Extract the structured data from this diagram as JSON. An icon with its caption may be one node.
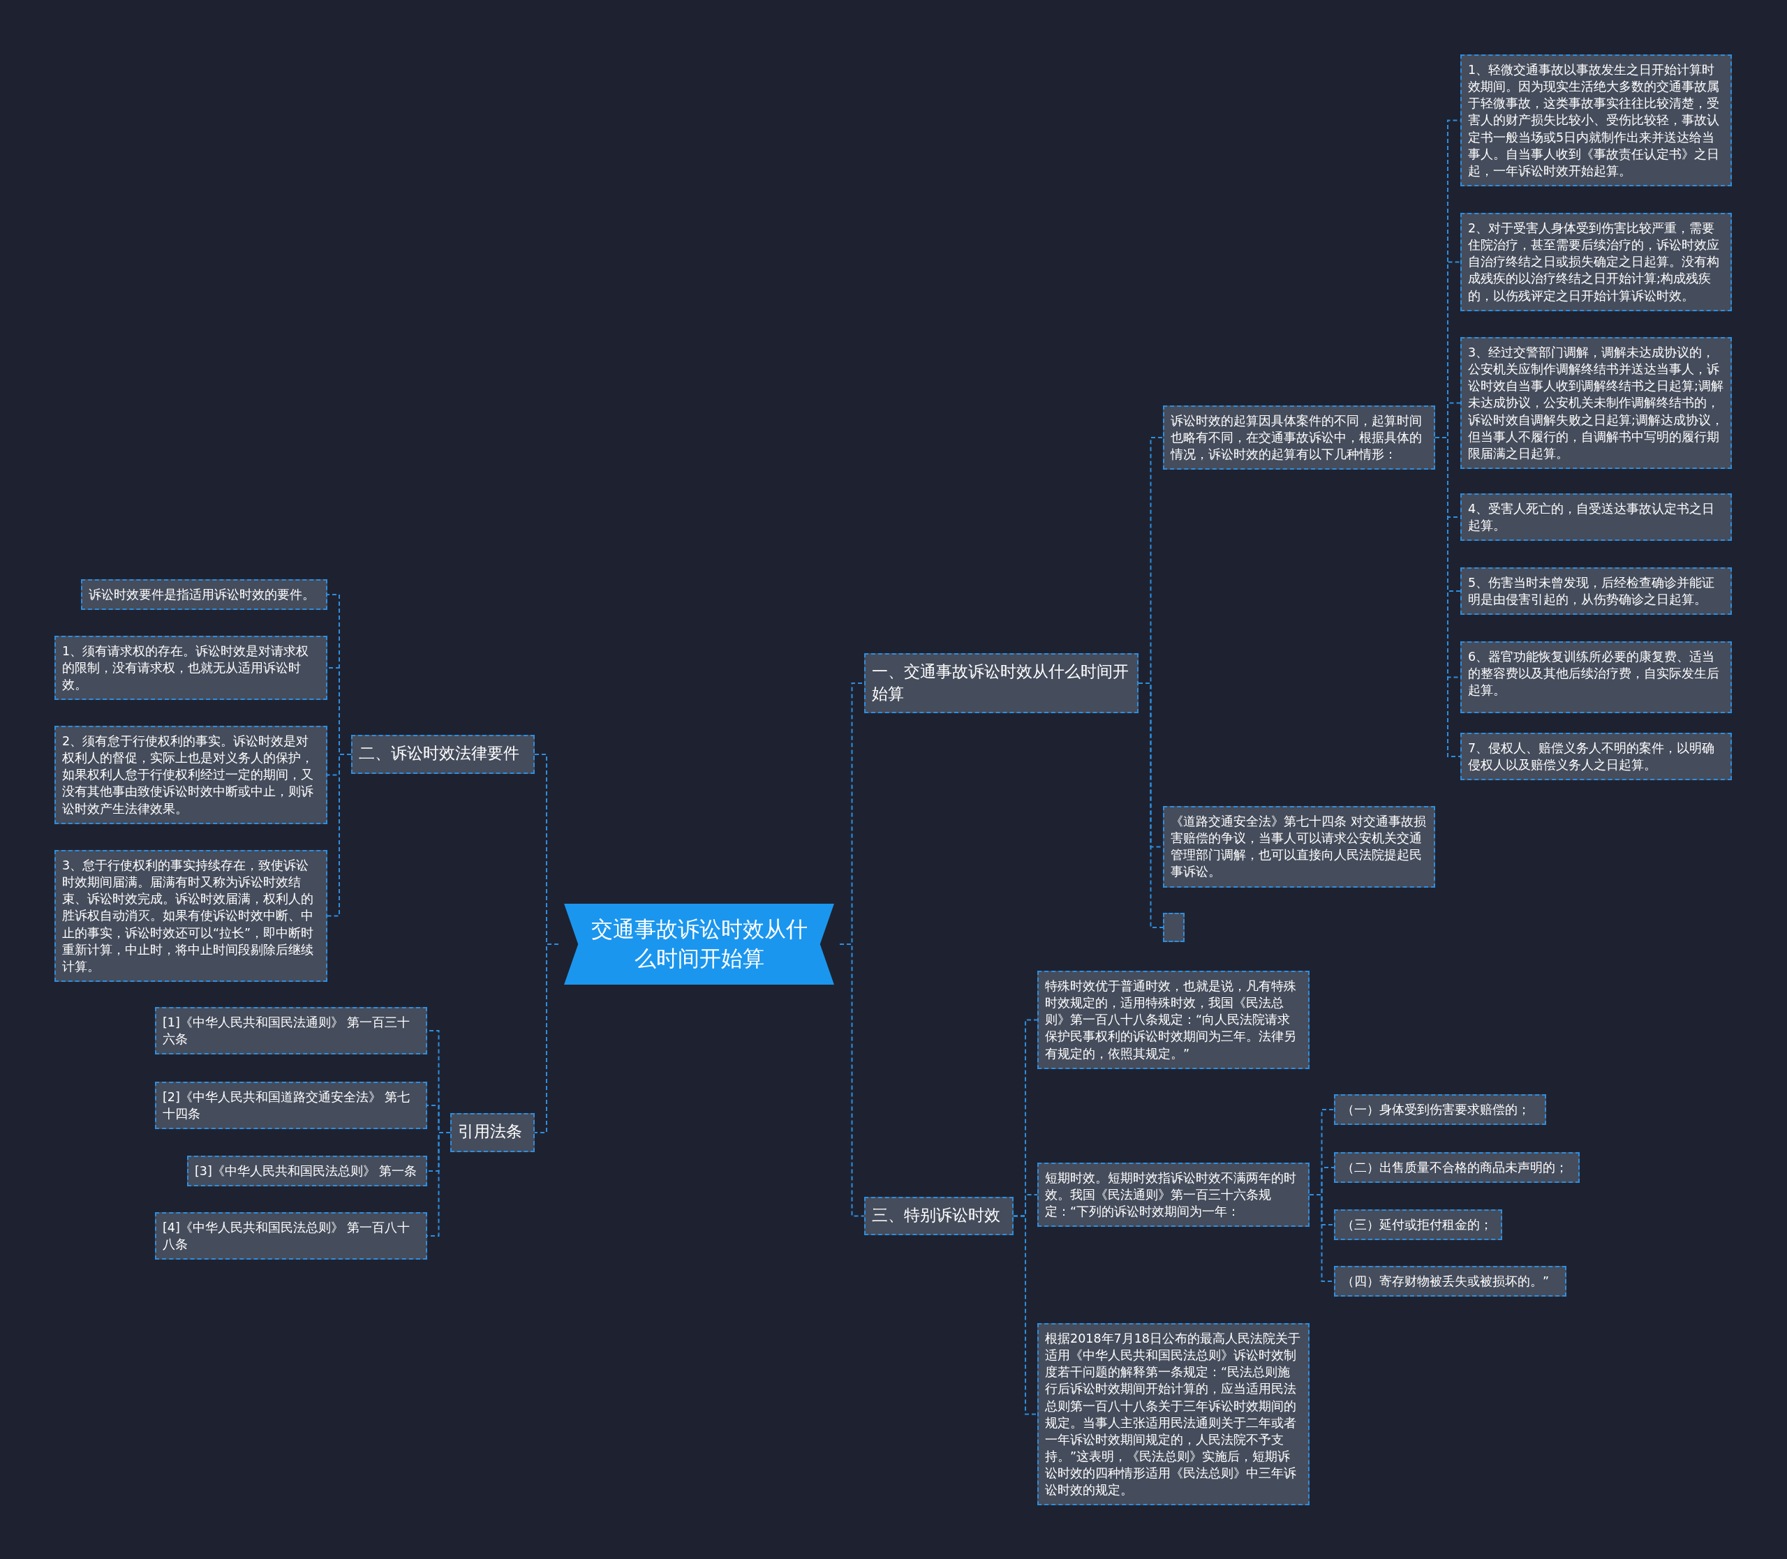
{
  "diagram": {
    "nodes": [
      {
        "text": [
          "交通事故诉讼时效从什么时间开始算"
        ]
      },
      {
        "text": [
          "一、交通事故诉讼时效从什么时间开始算"
        ]
      },
      {
        "text": [
          "诉讼时效的起算因具体案件的不同，起算时间也略有不同，在交通事故诉讼中，根据具体的情况，诉讼时效的起算有以下几种情形："
        ]
      },
      {
        "text": [
          "1、轻微交通事故以事故发生之日开始计算时效期间。因为现实生活绝大多数的交通事故属于轻微事故，这类事故事实往往比较清楚，受害人的财产损失比较小、受伤比较轻，事故认定书一般当场或5日内就制作出来并送达给当事人。自当事人收到《事故责任认定书》之日起，一年诉讼时效开始起算。"
        ]
      },
      {
        "text": [
          "2、对于受害人身体受到伤害比较严重，需要住院治疗，甚至需要后续治疗的，诉讼时效应自治疗终结之日或损失确定之日起算。没有构成残疾的以治疗终结之日开始计算;构成残疾的，以伤残评定之日开始计算诉讼时效。"
        ]
      },
      {
        "text": [
          "3、经过交警部门调解，调解未达成协议的，公安机关应制作调解终结书并送达当事人，诉讼时效自当事人收到调解终结书之日起算;调解未达成协议，公安机关未制作调解终结书的，诉讼时效自调解失败之日起算;调解达成协议，但当事人不履行的，自调解书中写明的履行期限届满之日起算。"
        ]
      },
      {
        "text": [
          "4、受害人死亡的，自受送达事故认定书之日起算。"
        ]
      },
      {
        "text": [
          "5、伤害当时未曾发现，后经检查确诊并能证明是由侵害引起的，从伤势确诊之日起算。"
        ]
      },
      {
        "text": [
          "6、器官功能恢复训练所必要的康复费、适当的整容费以及其他后续治疗费，自实际发生后起算。"
        ]
      },
      {
        "text": [
          "7、侵权人、赔偿义务人不明的案件，以明确侵权人以及赔偿义务人之日起算。"
        ]
      },
      {
        "text": [
          "《道路交通安全法》第七十四条 对交通事故损害赔偿的争议，当事人可以请求公安机关交通管理部门调解，也可以直接向人民法院提起民事诉讼。"
        ]
      },
      {
        "text": [],
        "shape": "box"
      },
      {
        "text": [
          "三、特别诉讼时效"
        ]
      },
      {
        "text": [
          "特殊时效优于普通时效，也就是说，凡有特殊时效规定的，适用特殊时效，我国《民法总则》第一百八十八条规定：“向人民法院请求保护民事权利的诉讼时效期间为三年。法律另有规定的，依照其规定。”"
        ]
      },
      {
        "text": [
          "短期时效。短期时效指诉讼时效不满两年的时效。我国《民法通则》第一百三十六条规定：“下列的诉讼时效期间为一年："
        ]
      },
      {
        "text": [
          "（一）身体受到伤害要求赔偿的；"
        ]
      },
      {
        "text": [
          "（二）出售质量不合格的商品未声明的；"
        ]
      },
      {
        "text": [
          "（三）延付或拒付租金的；"
        ]
      },
      {
        "text": [
          "（四）寄存财物被丢失或被损坏的。”"
        ]
      },
      {
        "text": [
          "根据2018年7月18日公布的最高人民法院关于适用《中华人民共和国民法总则》诉讼时效制度若干问题的解释第一条规定：“民法总则施行后诉讼时效期间开始计算的，应当适用民法总则第一百八十八条关于三年诉讼时效期间的规定。当事人主张适用民法通则关于二年或者一年诉讼时效期间规定的，人民法院不予支持。”这表明，《民法总则》实施后，短期诉讼时效的四种情形适用《民法总则》中三年诉讼时效的规定。"
        ]
      },
      {
        "text": [
          "二、诉讼时效法律要件"
        ]
      },
      {
        "text": [
          "诉讼时效要件是指适用诉讼时效的要件。"
        ]
      },
      {
        "text": [
          "1、须有请求权的存在。诉讼时效是对请求权的限制，没有请求权，也就无从适用诉讼时效。"
        ]
      },
      {
        "text": [
          "2、须有怠于行使权利的事实。诉讼时效是对权利人的督促，实际上也是对义务人的保护，如果权利人怠于行使权利经过一定的期间，又没有其他事由致使诉讼时效中断或中止，则诉讼时效产生法律效果。"
        ]
      },
      {
        "text": [
          "3、怠于行使权利的事实持续存在，致使诉讼时效期间届满。届满有时又称为诉讼时效结束、诉讼时效完成。诉讼时效届满，权利人的胜诉权自动消灭。如果有使诉讼时效中断、中止的事实，诉讼时效还可以“拉长”，即中断时重新计算，中止时，将中止时间段剔除后继续计算。"
        ]
      },
      {
        "text": [
          "引用法条"
        ]
      },
      {
        "text": [
          "[1]《中华人民共和国民法通则》 第一百三十六条"
        ]
      },
      {
        "text": [
          "[2]《中华人民共和国道路交通安全法》 第七十四条"
        ]
      },
      {
        "text": [
          "[3]《中华人民共和国民法总则》 第一条"
        ]
      },
      {
        "text": [
          "[4]《中华人民共和国民法总则》 第一百八十八条"
        ]
      }
    ],
    "edges": [
      {
        "from": 0,
        "to": 1,
        "arrow": "none"
      },
      {
        "from": 1,
        "to": 2,
        "arrow": "none"
      },
      {
        "from": 2,
        "to": 3,
        "arrow": "none"
      },
      {
        "from": 2,
        "to": 4,
        "arrow": "none"
      },
      {
        "from": 2,
        "to": 5,
        "arrow": "none"
      },
      {
        "from": 2,
        "to": 6,
        "arrow": "none"
      },
      {
        "from": 2,
        "to": 7,
        "arrow": "none"
      },
      {
        "from": 2,
        "to": 8,
        "arrow": "none"
      },
      {
        "from": 2,
        "to": 9,
        "arrow": "none"
      },
      {
        "from": 1,
        "to": 10,
        "arrow": "none"
      },
      {
        "from": 1,
        "to": 11,
        "arrow": "none"
      },
      {
        "from": 0,
        "to": 12,
        "arrow": "none"
      },
      {
        "from": 12,
        "to": 13,
        "arrow": "none"
      },
      {
        "from": 12,
        "to": 14,
        "arrow": "none"
      },
      {
        "from": 14,
        "to": 15,
        "arrow": "none"
      },
      {
        "from": 14,
        "to": 16,
        "arrow": "none"
      },
      {
        "from": 14,
        "to": 17,
        "arrow": "none"
      },
      {
        "from": 14,
        "to": 18,
        "arrow": "none"
      },
      {
        "from": 12,
        "to": 19,
        "arrow": "none"
      },
      {
        "from": 0,
        "to": 20,
        "arrow": "none"
      },
      {
        "from": 20,
        "to": 21,
        "arrow": "none"
      },
      {
        "from": 20,
        "to": 22,
        "arrow": "none"
      },
      {
        "from": 20,
        "to": 23,
        "arrow": "none"
      },
      {
        "from": 20,
        "to": 24,
        "arrow": "none"
      },
      {
        "from": 0,
        "to": 25,
        "arrow": "none"
      },
      {
        "from": 25,
        "to": 26,
        "arrow": "none"
      },
      {
        "from": 25,
        "to": 27,
        "arrow": "none"
      },
      {
        "from": 25,
        "to": 28,
        "arrow": "none"
      },
      {
        "from": 25,
        "to": 29,
        "arrow": "none"
      }
    ]
  }
}
